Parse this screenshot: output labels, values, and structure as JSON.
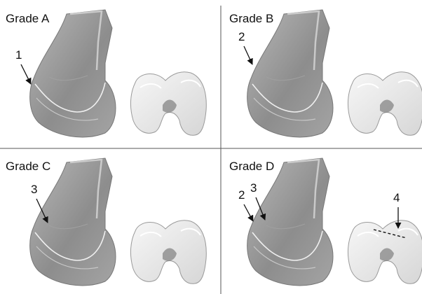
{
  "panels": [
    {
      "title": "Grade A",
      "callouts": [
        "1"
      ]
    },
    {
      "title": "Grade B",
      "callouts": [
        "2"
      ]
    },
    {
      "title": "Grade C",
      "callouts": [
        "3"
      ]
    },
    {
      "title": "Grade D",
      "callouts": [
        "2",
        "3",
        "4"
      ]
    }
  ],
  "colors": {
    "divider": "#555555",
    "bone_fill": "#8f8f8f",
    "bone_light": "#e8e8e8",
    "arrow": "#111111"
  }
}
